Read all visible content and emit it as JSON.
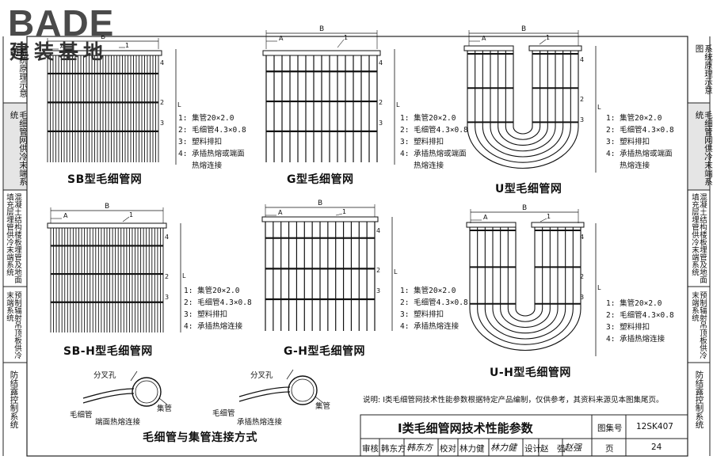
{
  "logo": {
    "brand_en": "BADE",
    "brand_cn": "建装基地"
  },
  "left_tabs": [
    "系统原理示意图",
    "毛细管网供冷末端系统",
    "混凝土结构楼板埋管及地面填充层埋管供冷末端系统",
    "预制辐射吊顶板供冷末端系统",
    "防结露控制系统"
  ],
  "right_tabs": [
    "系统原理示意图",
    "毛细管网供冷末端系统",
    "混凝土结构楼板埋管及地面填充层埋管供冷末端系统",
    "预制辐射吊顶板供冷末端系统",
    "防结露控制系统"
  ],
  "panels": {
    "sb": {
      "caption": "SB型毛细管网",
      "dim_b": "B",
      "dim_a": "A",
      "dim_l": "L",
      "callouts": [
        "1",
        "2",
        "3",
        "4"
      ],
      "legend": [
        "1: 集管20×2.0",
        "2: 毛细管4.3×0.8",
        "3: 塑料排扣",
        "4: 承插热熔或端面",
        "   热熔连接"
      ]
    },
    "g": {
      "caption": "G型毛细管网",
      "dim_b": "B",
      "dim_a": "A",
      "dim_l": "L",
      "callouts": [
        "1",
        "2",
        "3",
        "4"
      ],
      "legend": [
        "1: 集管20×2.0",
        "2: 毛细管4.3×0.8",
        "3: 塑料排扣",
        "4: 承插热熔或端面",
        "   热熔连接"
      ]
    },
    "u": {
      "caption": "U型毛细管网",
      "dim_b": "B",
      "dim_a": "A",
      "dim_l": "L",
      "callouts": [
        "1",
        "2",
        "3",
        "4"
      ],
      "legend": [
        "1: 集管20×2.0",
        "2: 毛细管4.3×0.8",
        "3: 塑料排扣",
        "4: 承插热熔或端面",
        "   热熔连接"
      ]
    },
    "sbh": {
      "caption": "SB-H型毛细管网",
      "dim_b": "B",
      "dim_a": "A",
      "dim_l": "L",
      "callouts": [
        "1",
        "2",
        "3",
        "4"
      ],
      "legend": [
        "1: 集管20×2.0",
        "2: 毛细管4.3×0.8",
        "3: 塑料排扣",
        "4: 承插热熔连接"
      ]
    },
    "gh": {
      "caption": "G-H型毛细管网",
      "dim_b": "B",
      "dim_a": "A",
      "dim_l": "L",
      "callouts": [
        "1",
        "2",
        "3",
        "4"
      ],
      "legend": [
        "1: 集管20×2.0",
        "2: 毛细管4.3×0.8",
        "3: 塑料排扣",
        "4: 承插热熔连接"
      ]
    },
    "uh": {
      "caption": "U-H型毛细管网",
      "dim_b": "B",
      "dim_a": "A",
      "dim_l": "L",
      "callouts": [
        "1",
        "2",
        "3",
        "4"
      ],
      "legend": [
        "1: 集管20×2.0",
        "2: 毛细管4.3×0.8",
        "3: 塑料排扣",
        "4: 承插热熔连接"
      ]
    }
  },
  "connection": {
    "caption": "毛细管与集管连接方式",
    "left": {
      "hole": "分叉孔",
      "capillary": "毛细管",
      "header": "集管",
      "joint": "端面热熔连接"
    },
    "right": {
      "hole": "分叉孔",
      "capillary": "毛细管",
      "header": "集管",
      "joint": "承插热熔连接"
    }
  },
  "note": "说明: I类毛细管网技术性能参数根据特定产品编制，仅供参考，其资料来源见本图集尾页。",
  "title_block": {
    "title": "I类毛细管网技术性能参数",
    "atlas_label": "图集号",
    "atlas_no": "12SK407",
    "review_label": "审核",
    "reviewer": "韩东方",
    "review_sig": "韩东方",
    "check_label": "校对",
    "checker": "林力健",
    "check_sig": "林力健",
    "design_label": "设计",
    "designer": "赵　强",
    "design_sig": "赵强",
    "page_label": "页",
    "page_no": "24"
  }
}
